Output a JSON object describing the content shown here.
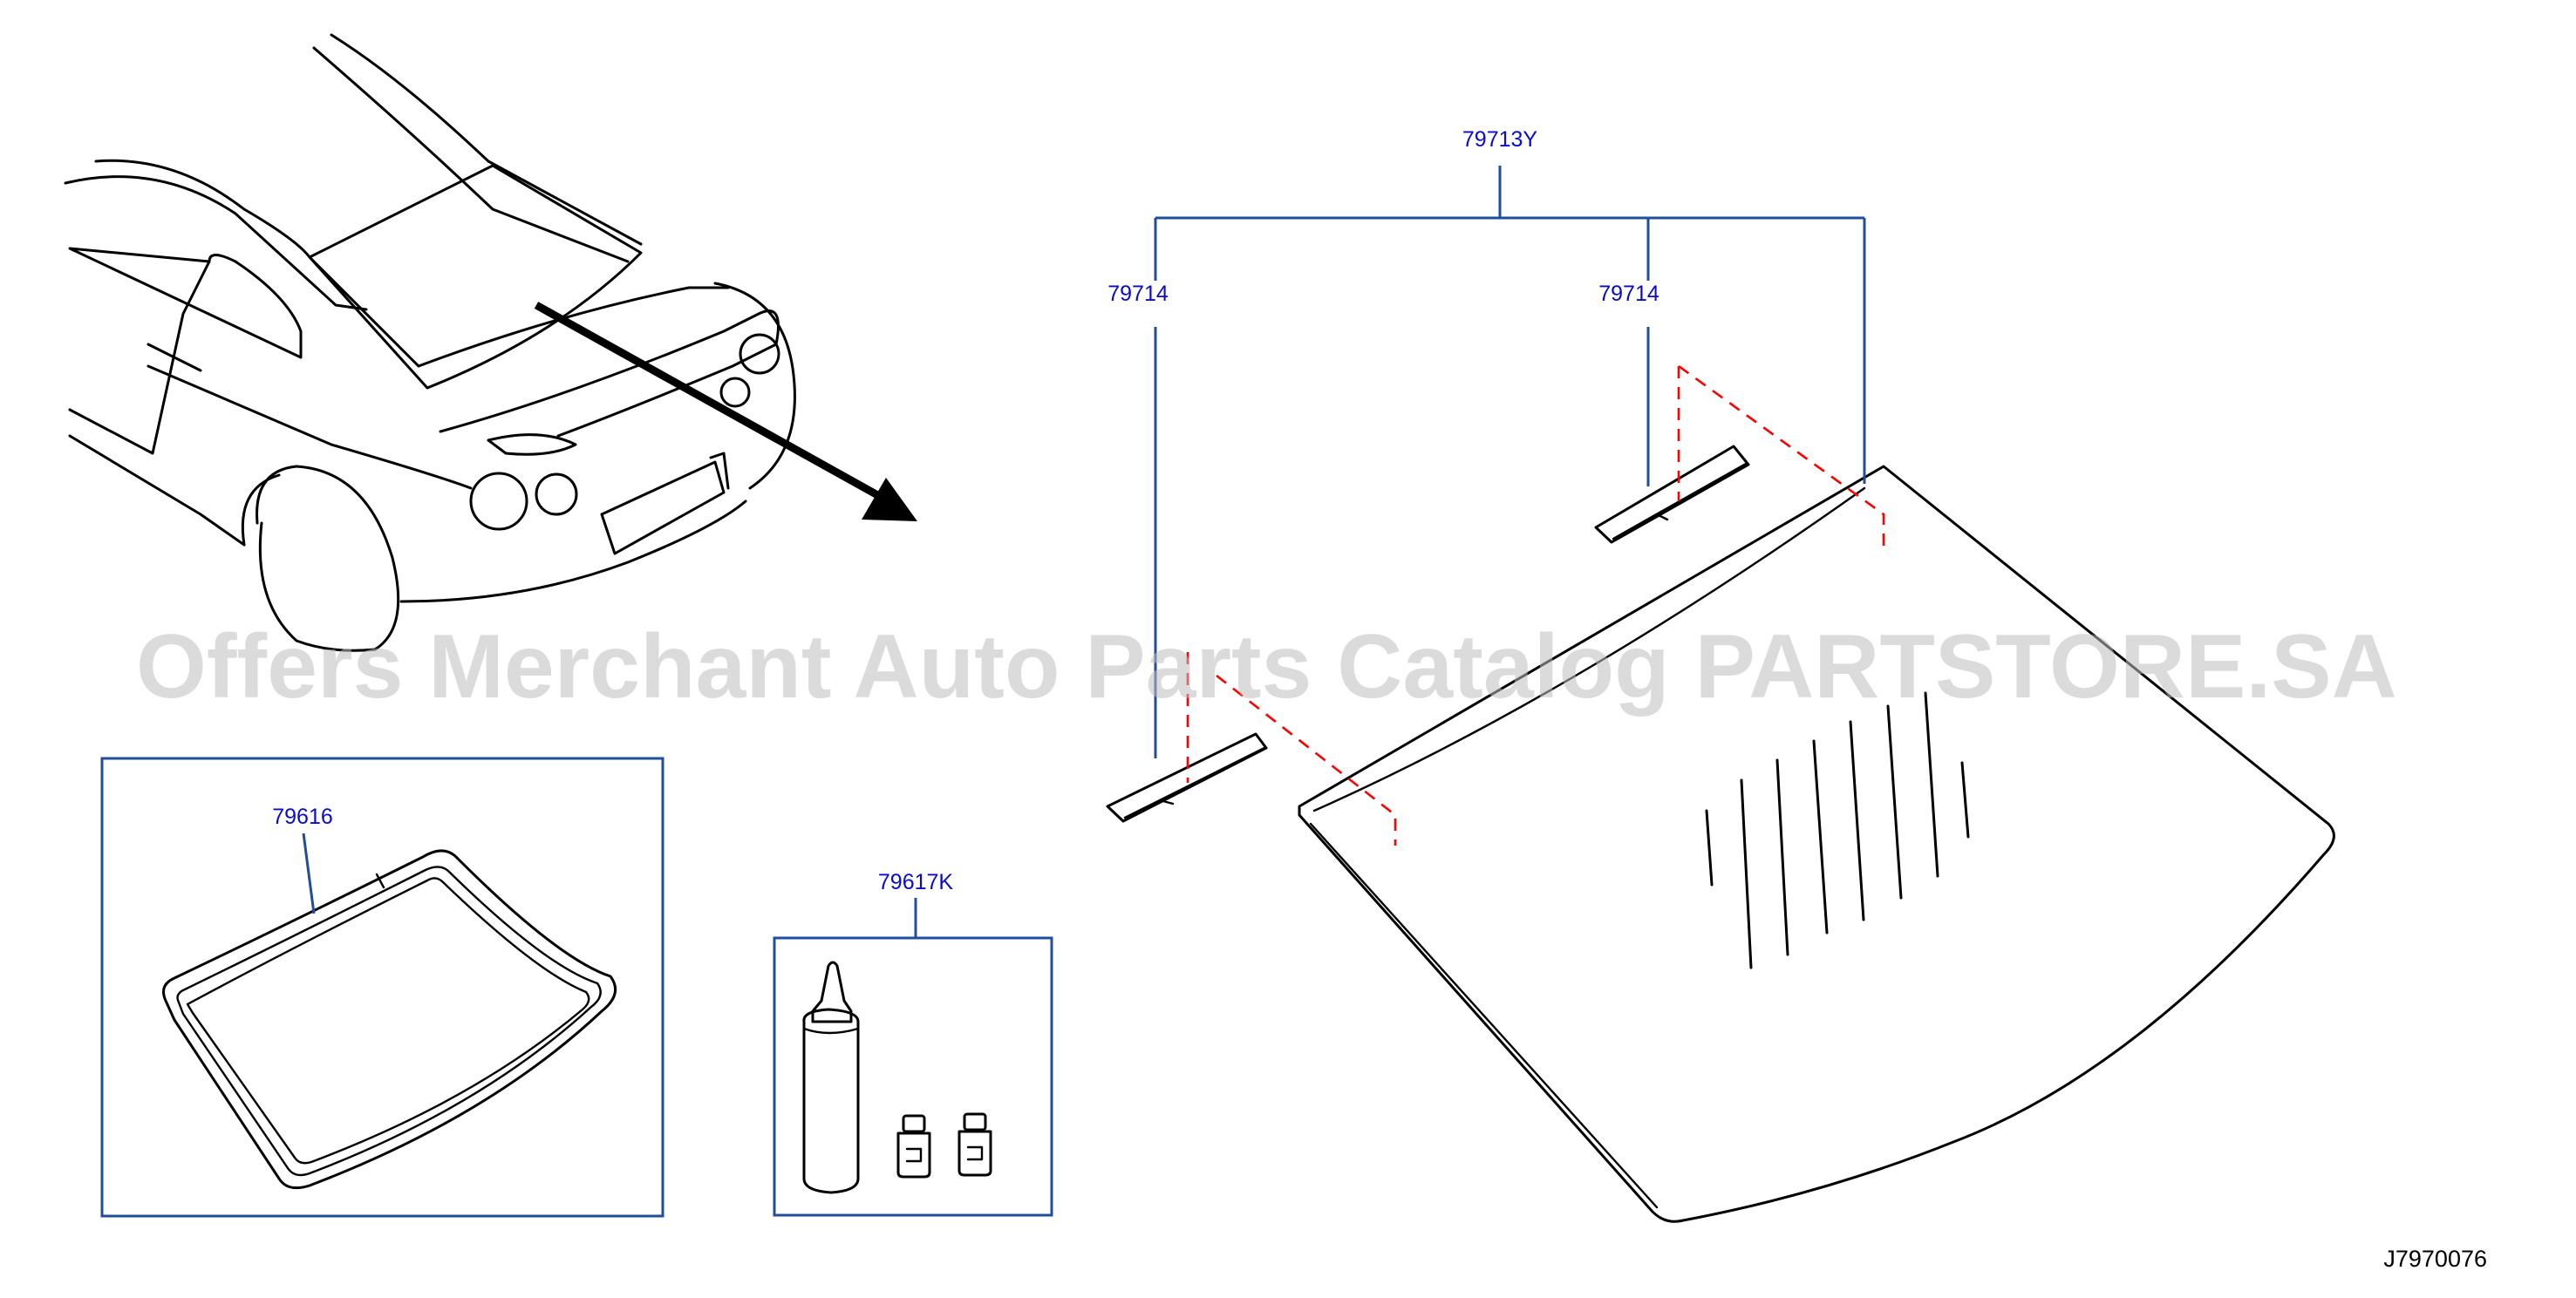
{
  "callouts": {
    "assembly": "79713Y",
    "spacer_left": "79714",
    "spacer_right": "79714",
    "weatherstrip": "79616",
    "adhesive_kit": "79617K"
  },
  "diagram_id": "J7970076",
  "watermark": "Offers Merchant Auto Parts Catalog PARTSTORE.SA",
  "colors": {
    "callout_text": "#0a0ad2",
    "leader_lines": "#1f4f9a",
    "guide_dashes": "#ff0000",
    "line_art": "#000000"
  }
}
